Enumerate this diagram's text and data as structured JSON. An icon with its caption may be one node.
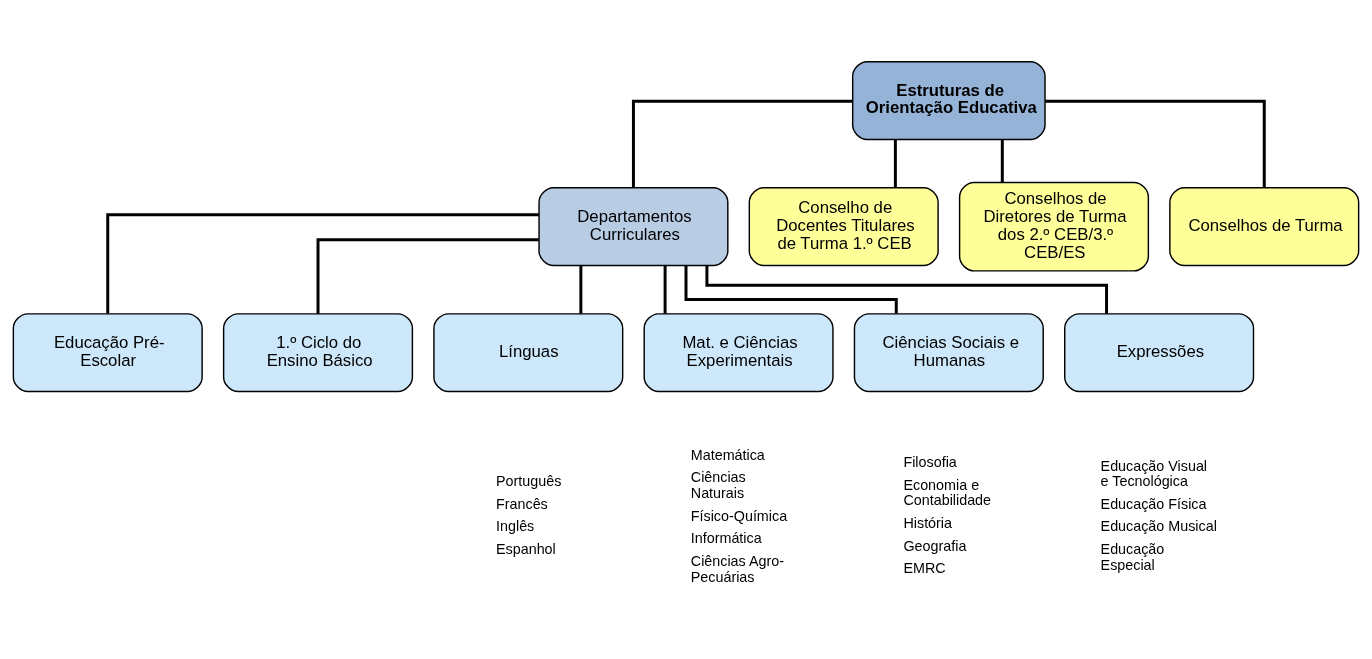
{
  "diagram": {
    "nodes": [
      {
        "text": [
          "Estruturas de Orientação Educativa"
        ]
      },
      {
        "text": [
          "Departamentos Curriculares"
        ]
      },
      {
        "text": [
          "Conselho de Docentes Titulares de Turma 1.º CEB"
        ]
      },
      {
        "text": [
          "Conselhos de Diretores de Turma dos 2.º CEB/3.º CEB/ES"
        ]
      },
      {
        "text": [
          "Conselhos de Turma"
        ]
      },
      {
        "text": [
          "Educação Pré-Escolar"
        ]
      },
      {
        "text": [
          "1.º Ciclo do Ensino Básico"
        ]
      },
      {
        "text": [
          "Línguas"
        ],
        "beside": [
          "Português",
          "Francês",
          "Inglês",
          "Espanhol"
        ]
      },
      {
        "text": [
          "Mat. e Ciências Experimentais"
        ],
        "beside": [
          "Matemática",
          "Ciências Naturais",
          "Físico-Química",
          "Informática",
          "Ciências Agro-Pecuárias"
        ]
      },
      {
        "text": [
          "Ciências Sociais e Humanas"
        ],
        "beside": [
          "Filosofia",
          "Economia e Contabilidade",
          "História",
          "Geografia",
          "EMRC"
        ]
      },
      {
        "text": [
          "Expressões"
        ],
        "beside": [
          "Educação Visual e Tecnológica",
          "Educação Física",
          "Educação Musical",
          "Educação Especial"
        ]
      }
    ],
    "edges": [
      {
        "from": 0,
        "to": 1,
        "arrow": "none"
      },
      {
        "from": 0,
        "to": 2,
        "arrow": "none"
      },
      {
        "from": 0,
        "to": 3,
        "arrow": "none"
      },
      {
        "from": 0,
        "to": 4,
        "arrow": "none"
      },
      {
        "from": 1,
        "to": 5,
        "arrow": "none"
      },
      {
        "from": 1,
        "to": 6,
        "arrow": "none"
      },
      {
        "from": 1,
        "to": 7,
        "arrow": "none"
      },
      {
        "from": 1,
        "to": 8,
        "arrow": "none"
      },
      {
        "from": 1,
        "to": 9,
        "arrow": "none"
      },
      {
        "from": 1,
        "to": 10,
        "arrow": "none"
      }
    ]
  }
}
